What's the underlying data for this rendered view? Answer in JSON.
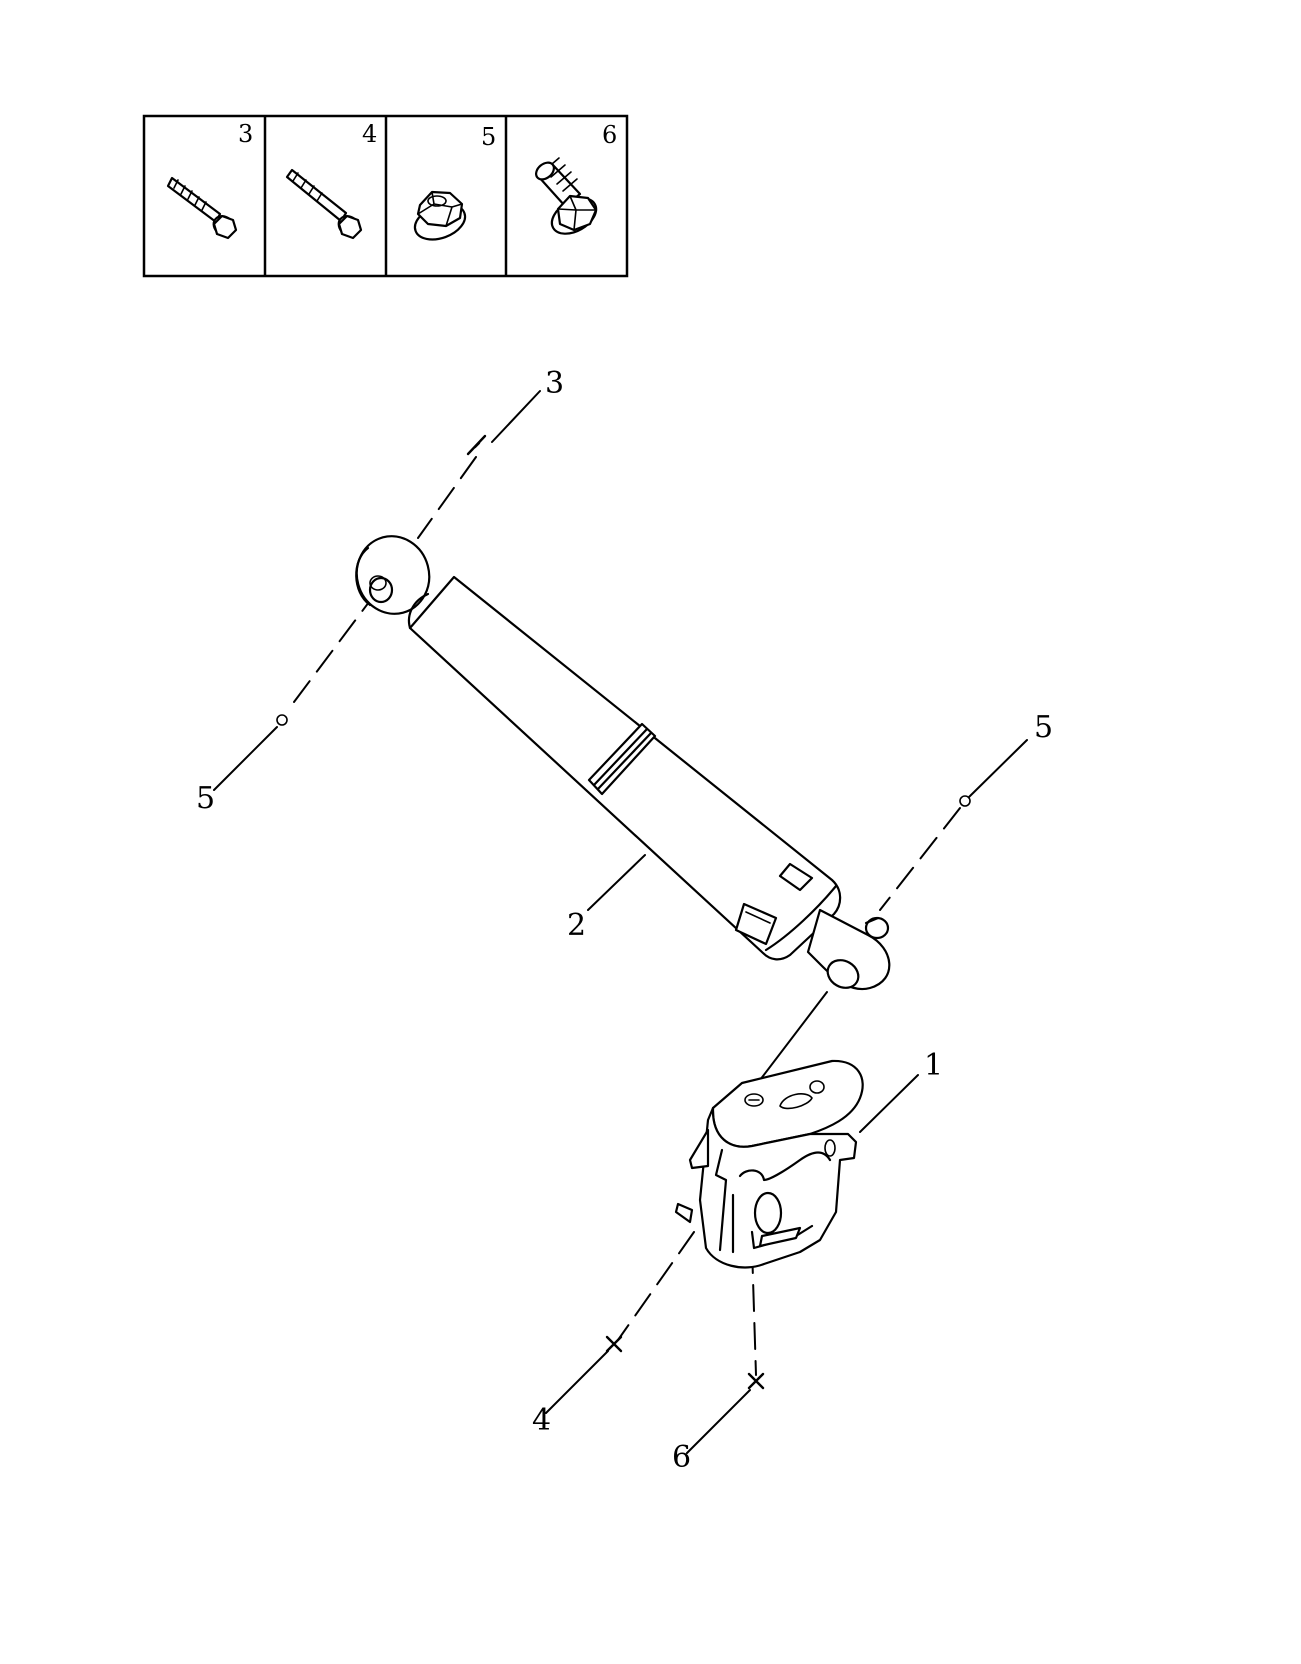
{
  "legend": [
    {
      "number": "3",
      "icon": "bolt-long-icon"
    },
    {
      "number": "4",
      "icon": "bolt-medium-icon"
    },
    {
      "number": "5",
      "icon": "flange-nut-icon"
    },
    {
      "number": "6",
      "icon": "flange-bolt-short-icon"
    }
  ],
  "callouts": {
    "bolt_upper": "3",
    "nut_upper": "5",
    "shock_absorber": "2",
    "nut_lower": "5",
    "bracket": "1",
    "bolt_bracket_a": "4",
    "bolt_bracket_b": "6"
  },
  "colors": {
    "line": "#000000",
    "background": "#ffffff"
  }
}
